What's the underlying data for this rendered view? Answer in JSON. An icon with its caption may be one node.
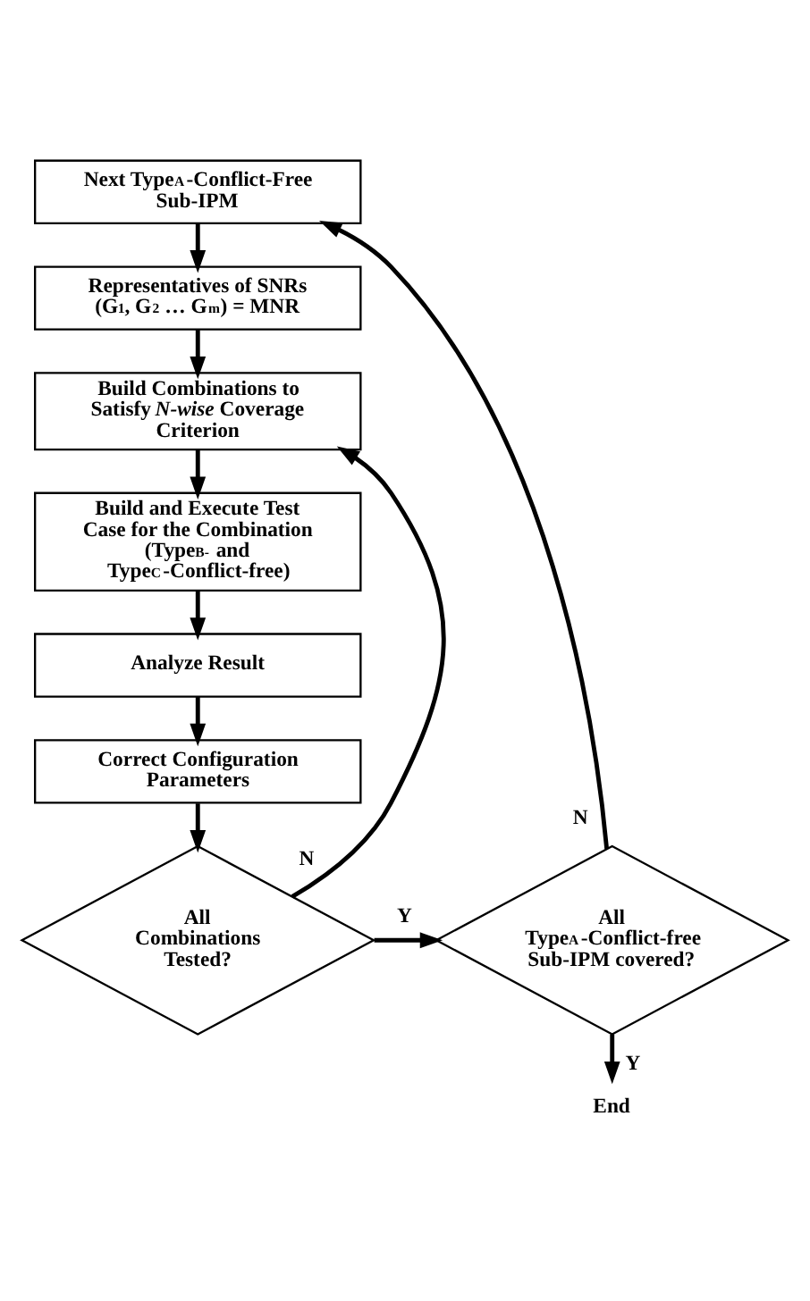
{
  "diagram": {
    "nodes": [
      {
        "text": [
          "Next Type$_{A}$-Conflict-Free Sub-IPM"
        ]
      },
      {
        "text": [
          "Representatives of SNRs (G$_{1}$, G$_{2}$ … G$_{m}$) = MNR"
        ]
      },
      {
        "text": [
          "Build Combinations to Satisfy *N-wise* Coverage Criterion"
        ]
      },
      {
        "text": [
          "Build and Execute Test Case for the Combination (Type$_{B-}$ and Type$_{C}$-Conflict-free)"
        ]
      },
      {
        "text": [
          "Analyze Result"
        ]
      },
      {
        "text": [
          "Correct Configuration Parameters"
        ]
      },
      {
        "text": [
          "All Combinations Tested?"
        ]
      },
      {
        "text": [
          "All Type$_{A}$-Conflict-free Sub-IPM covered?"
        ]
      },
      {
        "text": [
          "End"
        ]
      }
    ],
    "edges": [
      {
        "from": 0,
        "to": 1,
        "arrow": "to"
      },
      {
        "from": 1,
        "to": 2,
        "arrow": "to"
      },
      {
        "from": 2,
        "to": 3,
        "arrow": "to"
      },
      {
        "from": 3,
        "to": 4,
        "arrow": "to"
      },
      {
        "from": 4,
        "to": 5,
        "arrow": "to"
      },
      {
        "from": 5,
        "to": 6,
        "arrow": "to"
      },
      {
        "from": 6,
        "to": 2,
        "arrow": "to",
        "label": "N"
      },
      {
        "from": 6,
        "to": 7,
        "arrow": "to",
        "label": "Y"
      },
      {
        "from": 7,
        "to": 0,
        "arrow": "to",
        "label": "N"
      },
      {
        "from": 7,
        "to": 8,
        "arrow": "to",
        "label": "Y"
      }
    ]
  }
}
